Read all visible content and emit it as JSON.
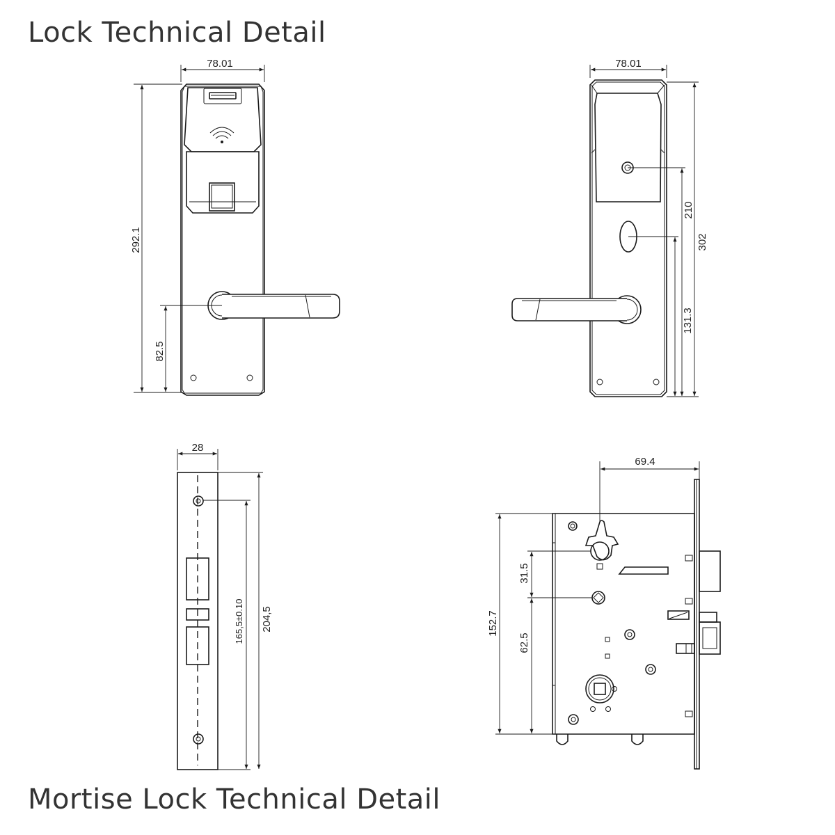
{
  "titles": {
    "lock": "Lock Technical Detail",
    "mortise": "Mortise Lock Technical Detail"
  },
  "dimensions": {
    "front_width": "78.01",
    "front_height": "292.1",
    "front_handle_height": "82.5",
    "back_width": "78.01",
    "back_keyhole_height": "210",
    "back_total_height": "302",
    "back_handle_height": "131.3",
    "face_width": "28",
    "face_hole_spacing": "165,5±0.10",
    "face_height": "204,5",
    "body_backset": "69.4",
    "body_height": "152.7",
    "body_cylinder_offset": "31.5",
    "body_spindle_offset": "62.5"
  },
  "icons": {
    "rfid": "wifi-icon"
  }
}
